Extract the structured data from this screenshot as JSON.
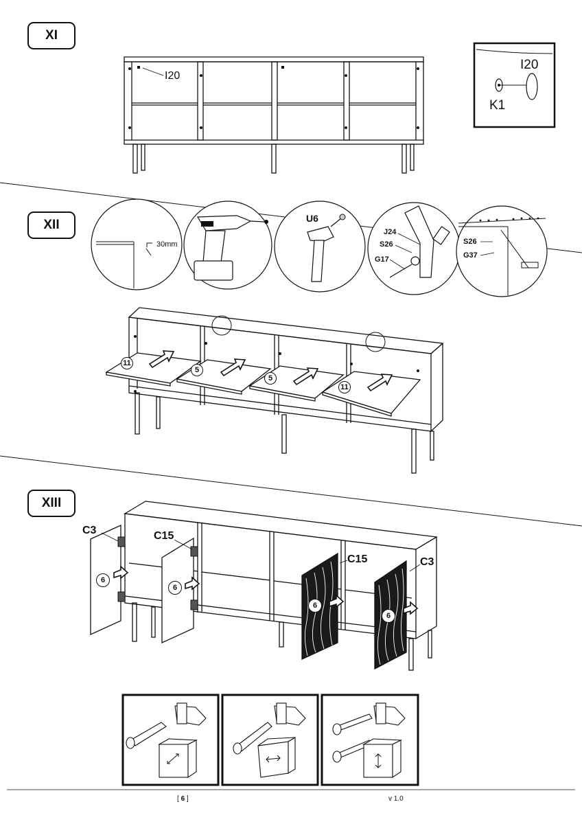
{
  "steps": {
    "xi": {
      "label": "XI"
    },
    "xii": {
      "label": "XII"
    },
    "xiii": {
      "label": "XIII"
    }
  },
  "step_xi": {
    "callout_part": "I20",
    "detail_top_label": "I20",
    "detail_bottom_label": "K1"
  },
  "step_xii": {
    "measure_label": "30mm",
    "tool_labels": {
      "u6": "U6",
      "j24": "J24",
      "s26a": "S26",
      "g17": "G17",
      "s26b": "S26",
      "g37": "G37"
    },
    "shelf_numbers": [
      "11",
      "5",
      "5",
      "11"
    ]
  },
  "step_xiii": {
    "labels": {
      "c3_left": "C3",
      "c15_left": "C15",
      "c15_right": "C15",
      "c3_right": "C3"
    },
    "door_numbers": [
      "6",
      "6",
      "6",
      "6"
    ],
    "adjust_icons": [
      "diagonal-arrows-icon",
      "horizontal-arrows-icon",
      "vertical-arrows-icon"
    ]
  },
  "footer": {
    "page": "6",
    "page_open": "[",
    "page_close": "]",
    "version": "v 1.0"
  }
}
